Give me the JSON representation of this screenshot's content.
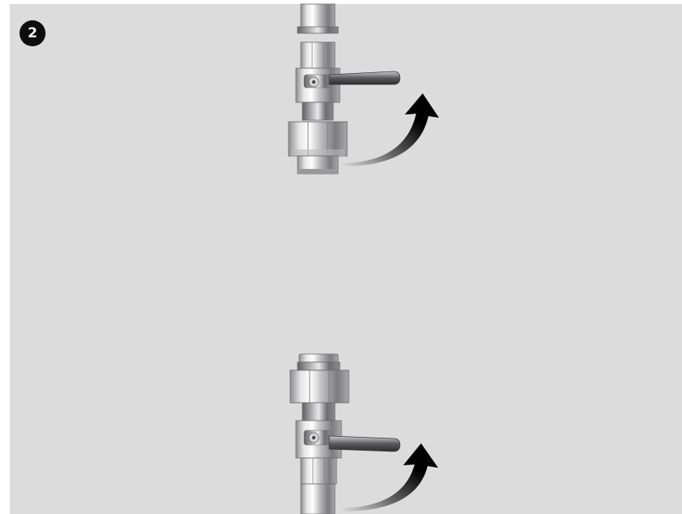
{
  "step": {
    "number": "2"
  },
  "illustrations": [
    {
      "name": "upper-valve-assembly",
      "arrow_direction": "counterclockwise"
    },
    {
      "name": "lower-valve-assembly",
      "arrow_direction": "counterclockwise"
    }
  ],
  "colors": {
    "background": "#dcdcdd",
    "badge": "#0d0d0d",
    "arrow": "#000000"
  }
}
